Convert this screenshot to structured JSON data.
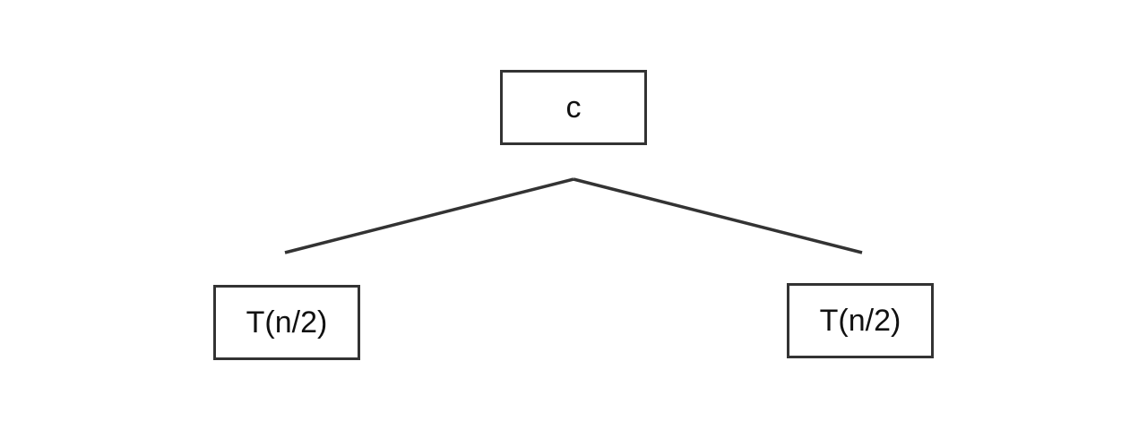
{
  "diagram": {
    "root": {
      "label": "c"
    },
    "children": [
      {
        "label": "T(n/2)"
      },
      {
        "label": "T(n/2)"
      }
    ],
    "colors": {
      "stroke": "#333333",
      "text": "#111111",
      "background": "#ffffff"
    }
  }
}
